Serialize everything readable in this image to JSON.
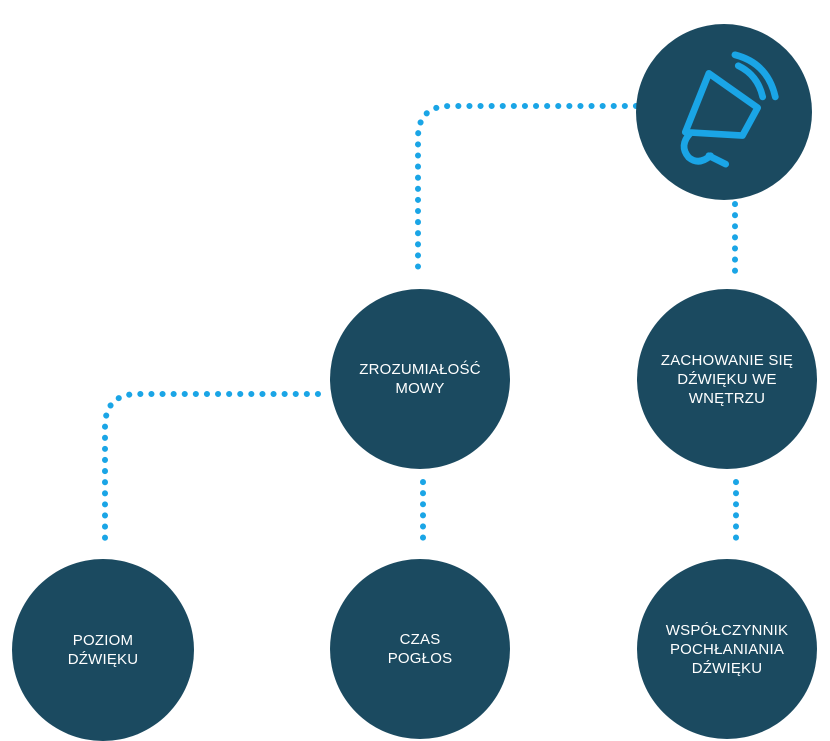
{
  "colors": {
    "node_fill": "#1b4a60",
    "connector": "#1aa5e6",
    "node_text": "#ffffff",
    "icon": "#1aa5e6"
  },
  "icons": {
    "root": "megaphone-icon"
  },
  "nodes": {
    "speech_intelligibility": {
      "line1": "ZROZUMIAŁOŚĆ",
      "line2": "MOWY"
    },
    "room_sound_behavior": {
      "line1": "ZACHOWANIE SIĘ",
      "line2": "DŹWIĘKU WE",
      "line3": "WNĘTRZU"
    },
    "sound_level": {
      "line1": "POZIOM",
      "line2": "DŹWIĘKU"
    },
    "reverb_time": {
      "line1": "CZAS",
      "line2": "POGŁOS"
    },
    "absorption_coefficient": {
      "line1": "WSPÓŁCZYNNIK",
      "line2": "POCHŁANIANIA",
      "line3": "DŹWIĘKU"
    }
  }
}
